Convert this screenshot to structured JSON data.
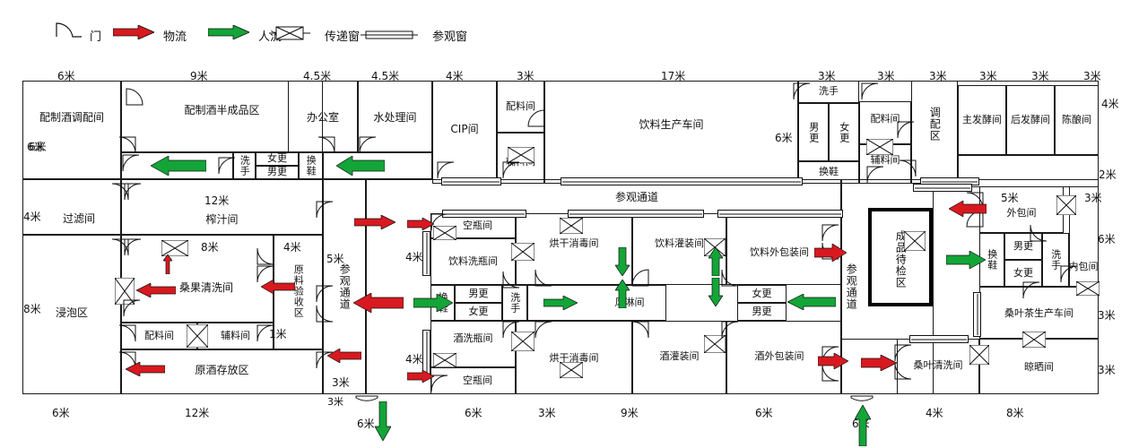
{
  "legend": {
    "items": [
      {
        "icon": "door-icon",
        "label": "门"
      },
      {
        "icon": "red-arrow-icon",
        "label": "物流"
      },
      {
        "icon": "green-arrow-icon",
        "label": "人流"
      },
      {
        "icon": "pass-window-icon",
        "label": "传递窗"
      },
      {
        "icon": "observation-window-icon",
        "label": "参观窗"
      }
    ]
  },
  "dimensions": {
    "top": [
      "6米",
      "9米",
      "4.5米",
      "4.5米",
      "4米",
      "3米",
      "17米",
      "3米",
      "3米",
      "3米",
      "3米",
      "3米",
      "3米"
    ],
    "bottom": [
      "6米",
      "12米",
      "6米",
      "6米",
      "3米",
      "9米",
      "6米",
      "6米",
      "4米",
      "8米"
    ],
    "left": [
      "6米",
      "4米",
      "8米"
    ],
    "right": [
      "4米",
      "2米",
      "3米",
      "6米",
      "3米",
      "3米"
    ],
    "interior": [
      "6米",
      "12米",
      "8米",
      "4米",
      "5米",
      "1米",
      "3米",
      "4米",
      "4米",
      "6米",
      "5米",
      "3米",
      "2米",
      "3米"
    ]
  },
  "rooms": {
    "peizhi_jiu_tiaopei": "配制酒调配间",
    "peizhi_jiu_banchengpin": "配制酒半成品区",
    "bangongshi": "办公室",
    "shuichuli": "水处理间",
    "cip": "CIP间",
    "peiliaojian_top": "配料间",
    "fuliaojian_top": "辅料间",
    "yinliao_shengchan": "饮料生产车间",
    "xishou_top": "洗手",
    "nangeng_top": "男更",
    "nugeng_top": "女更",
    "huanxie_top": "换鞋",
    "peiliaojian_r": "配料间",
    "fuliaojian_r": "辅料间",
    "tiaopeiqu": "调配区",
    "zhufajiao": "主发酵间",
    "houfajiao": "后发酵间",
    "chenniang": "陈酿间",
    "guolv": "过滤间",
    "zhazhi": "榨汁间",
    "jinpao": "浸泡区",
    "sangguo_qingxi": "桑果清洗间",
    "peiliaojian_l": "配料间",
    "fuliaojian_l": "辅料间",
    "yuanliao_yanshou": "原料验收区",
    "yuanjiu_cunfang": "原酒存放区",
    "canguan_tongdao_left": "参观通道",
    "canguan_tongdao_top": "参观通道",
    "canguan_tongdao_right": "参观通道",
    "kongpingjian_1": "空瓶间",
    "kongpingjian_2": "空瓶间",
    "yinliao_xiping": "饮料洗瓶间",
    "jiu_xiping": "酒洗瓶间",
    "huanxie_mid": "换鞋",
    "nangeng_mid": "男更",
    "nugeng_mid": "女更",
    "xishou_mid": "洗手",
    "fenglinjian": "风淋间",
    "honggan_1": "烘干消毒间",
    "honggan_2": "烘干消毒间",
    "yinliao_guanzhuang": "饮料灌装间",
    "jiu_guanzhuang": "酒灌装间",
    "yinliao_waibaozhuang": "饮料外包装间",
    "jiu_waibaozhuang": "酒外包装间",
    "nugeng_pack": "女更",
    "nangeng_pack": "男更",
    "chengpin_daijian": "成品待检区",
    "waibaojian": "外包间",
    "huanxie_r": "换鞋",
    "nangeng_r": "男更",
    "nugeng_r": "女更",
    "xishou_r": "洗手",
    "neibaojian": "内包间",
    "sangye_cha": "桑叶茶生产车间",
    "sangye_qingxi": "桑叶清洗间",
    "liangshai": "晾晒间"
  },
  "colors": {
    "logistics_arrow": "#d81920",
    "people_arrow": "#13a538",
    "wall": "#1a1a1a",
    "highlight_border": "#000000"
  }
}
